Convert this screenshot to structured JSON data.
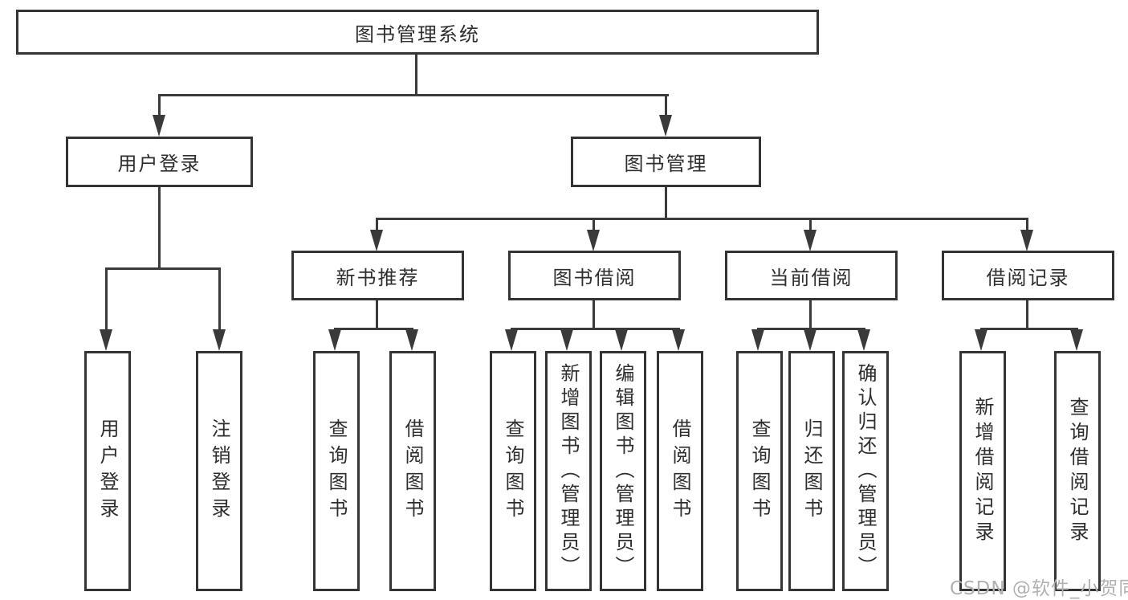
{
  "diagram_type": "hierarchy-tree",
  "colors": {
    "background": "#ffffff",
    "box_border": "#343434",
    "line": "#3a3a3a",
    "text": "#2e2e2e",
    "watermark_text": "#b1b1b1"
  },
  "nodes": {
    "root": "图书管理系统",
    "user_login": "用户登录",
    "book_mgmt": "图书管理",
    "new_book": "新书推荐",
    "book_borrow": "图书借阅",
    "current_borrow": "当前借阅",
    "borrow_record": "借阅记录",
    "leaves": {
      "user_login": [
        "用户登录",
        "注销登录"
      ],
      "new_book": [
        "查询图书",
        "借阅图书"
      ],
      "book_borrow": [
        "查询图书",
        "新增图书（管理员）",
        "编辑图书（管理员）",
        "借阅图书"
      ],
      "current_borrow": [
        "查询图书",
        "归还图书",
        "确认归还（管理员）"
      ],
      "borrow_record": [
        "新增借阅记录",
        "查询借阅记录"
      ]
    }
  },
  "watermark": "CSDN @软件_小贺同学"
}
